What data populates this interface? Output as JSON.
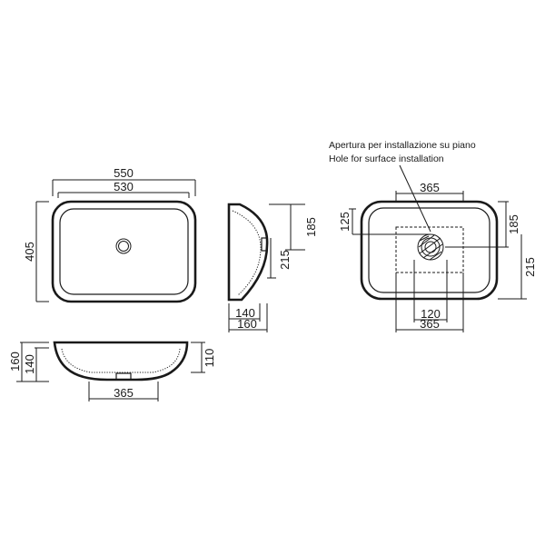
{
  "plan_view": {
    "width_outer": "550",
    "width_inner": "530",
    "depth": "405"
  },
  "side_view": {
    "height_185": "185",
    "height_215": "215",
    "depth_140": "140",
    "depth_160": "160"
  },
  "front_view": {
    "height_160": "160",
    "height_140": "140",
    "height_110": "110",
    "base_width": "365"
  },
  "installation_view": {
    "note_it": "Apertura per installazione su piano",
    "note_en": "Hole for surface installation",
    "cutout_width_top": "365",
    "offset_125": "125",
    "height_185": "185",
    "height_215": "215",
    "offset_120": "120",
    "cutout_width_bottom": "365"
  }
}
